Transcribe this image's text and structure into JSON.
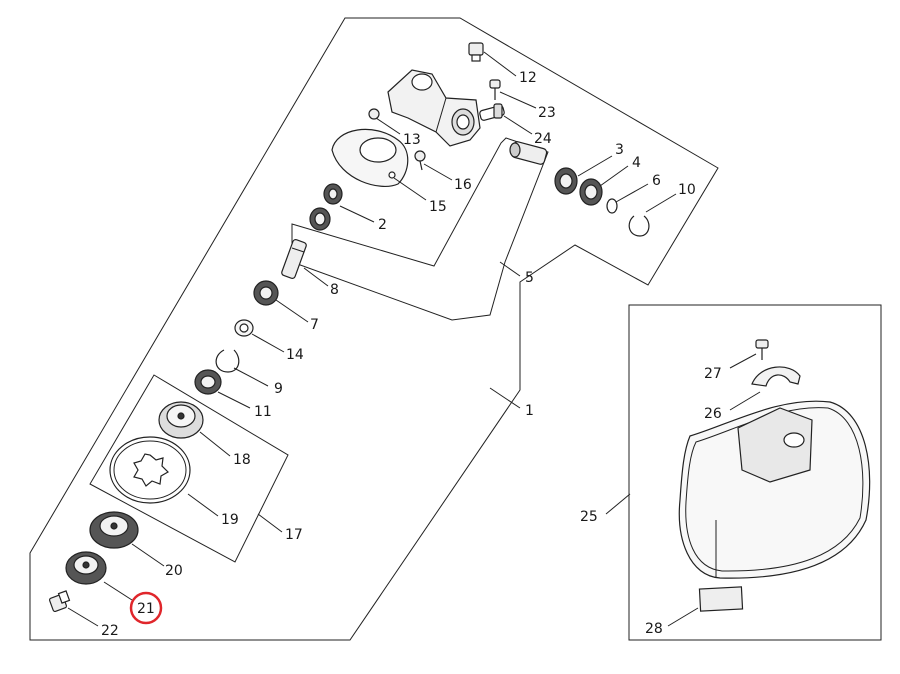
{
  "diagram": {
    "callout_numbers": [
      {
        "id": "p12",
        "label": "12"
      },
      {
        "id": "p23",
        "label": "23"
      },
      {
        "id": "p13",
        "label": "13"
      },
      {
        "id": "p24",
        "label": "24"
      },
      {
        "id": "p16",
        "label": "16"
      },
      {
        "id": "p15",
        "label": "15"
      },
      {
        "id": "p3",
        "label": "3"
      },
      {
        "id": "p4",
        "label": "4"
      },
      {
        "id": "p6",
        "label": "6"
      },
      {
        "id": "p10",
        "label": "10"
      },
      {
        "id": "p2",
        "label": "2"
      },
      {
        "id": "p5",
        "label": "5"
      },
      {
        "id": "p8",
        "label": "8"
      },
      {
        "id": "p7",
        "label": "7"
      },
      {
        "id": "p14",
        "label": "14"
      },
      {
        "id": "p9",
        "label": "9"
      },
      {
        "id": "p11",
        "label": "11"
      },
      {
        "id": "p1",
        "label": "1"
      },
      {
        "id": "p18",
        "label": "18"
      },
      {
        "id": "p19",
        "label": "19"
      },
      {
        "id": "p17",
        "label": "17"
      },
      {
        "id": "p20",
        "label": "20"
      },
      {
        "id": "p21",
        "label": "21"
      },
      {
        "id": "p22",
        "label": "22"
      },
      {
        "id": "p27",
        "label": "27"
      },
      {
        "id": "p26",
        "label": "26"
      },
      {
        "id": "p25",
        "label": "25"
      },
      {
        "id": "p28",
        "label": "28"
      }
    ],
    "highlighted_label": "21",
    "colors": {
      "line": "#222222",
      "highlight": "#e0262b",
      "part_fill": "#f2f2f2",
      "part_dark": "#555555"
    }
  }
}
